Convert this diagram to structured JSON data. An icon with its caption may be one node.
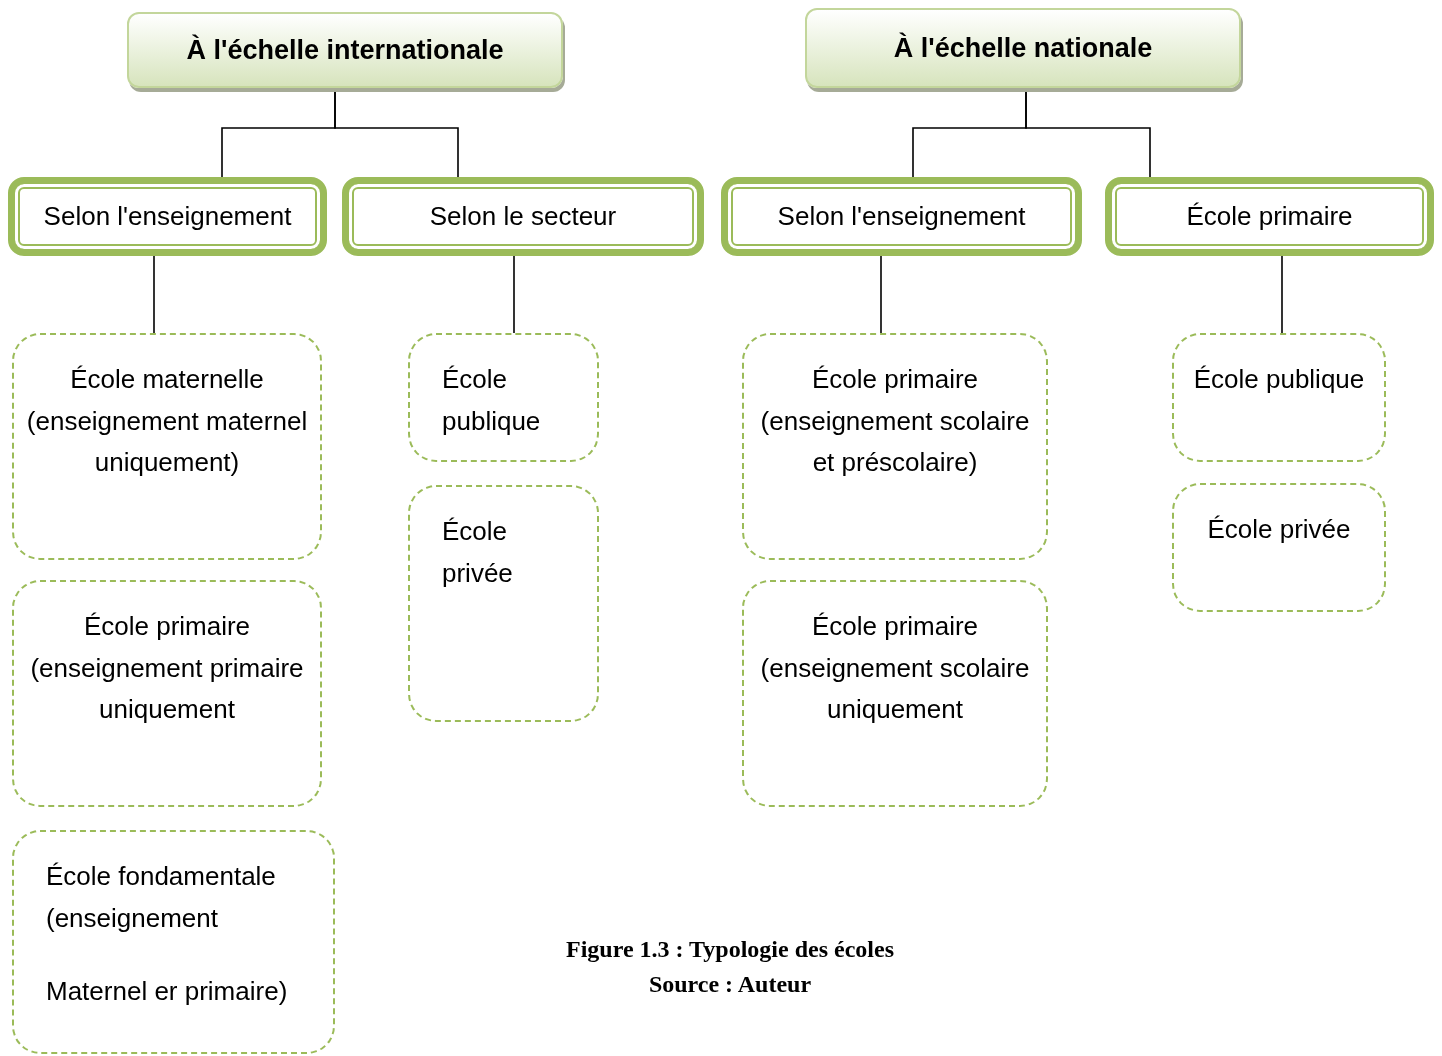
{
  "diagram": {
    "caption": "Figure 1.3 : Typologie des écoles",
    "nodes": [
      {
        "text": [
          "À l'échelle internationale"
        ]
      },
      {
        "text": [
          "À l'échelle nationale"
        ]
      },
      {
        "text": [
          "Selon l'enseignement"
        ]
      },
      {
        "text": [
          "Selon le secteur"
        ]
      },
      {
        "text": [
          "Selon l'enseignement"
        ]
      },
      {
        "text": [
          "École primaire"
        ]
      },
      {
        "text": [
          "École maternelle (enseignement maternel uniquement)"
        ]
      },
      {
        "text": [
          "École primaire (enseignement primaire uniquement"
        ]
      },
      {
        "text": [
          "École fondamentale (enseignement",
          "Maternel er primaire)"
        ]
      },
      {
        "text": [
          "École publique"
        ]
      },
      {
        "text": [
          "École privée"
        ]
      },
      {
        "text": [
          "École primaire (enseignement scolaire et préscolaire)"
        ]
      },
      {
        "text": [
          "École primaire (enseignement scolaire uniquement"
        ]
      },
      {
        "text": [
          "École publique"
        ]
      },
      {
        "text": [
          "École privée"
        ]
      }
    ],
    "edges": [
      {
        "from": 0,
        "to": 2,
        "arrow": "none"
      },
      {
        "from": 0,
        "to": 3,
        "arrow": "none"
      },
      {
        "from": 1,
        "to": 4,
        "arrow": "none"
      },
      {
        "from": 1,
        "to": 5,
        "arrow": "none"
      },
      {
        "from": 2,
        "to": 6,
        "arrow": "none"
      },
      {
        "from": 3,
        "to": 9,
        "arrow": "none"
      },
      {
        "from": 4,
        "to": 11,
        "arrow": "none"
      },
      {
        "from": 5,
        "to": 13,
        "arrow": "none"
      }
    ],
    "labels": [
      "Source : Auteur"
    ]
  }
}
